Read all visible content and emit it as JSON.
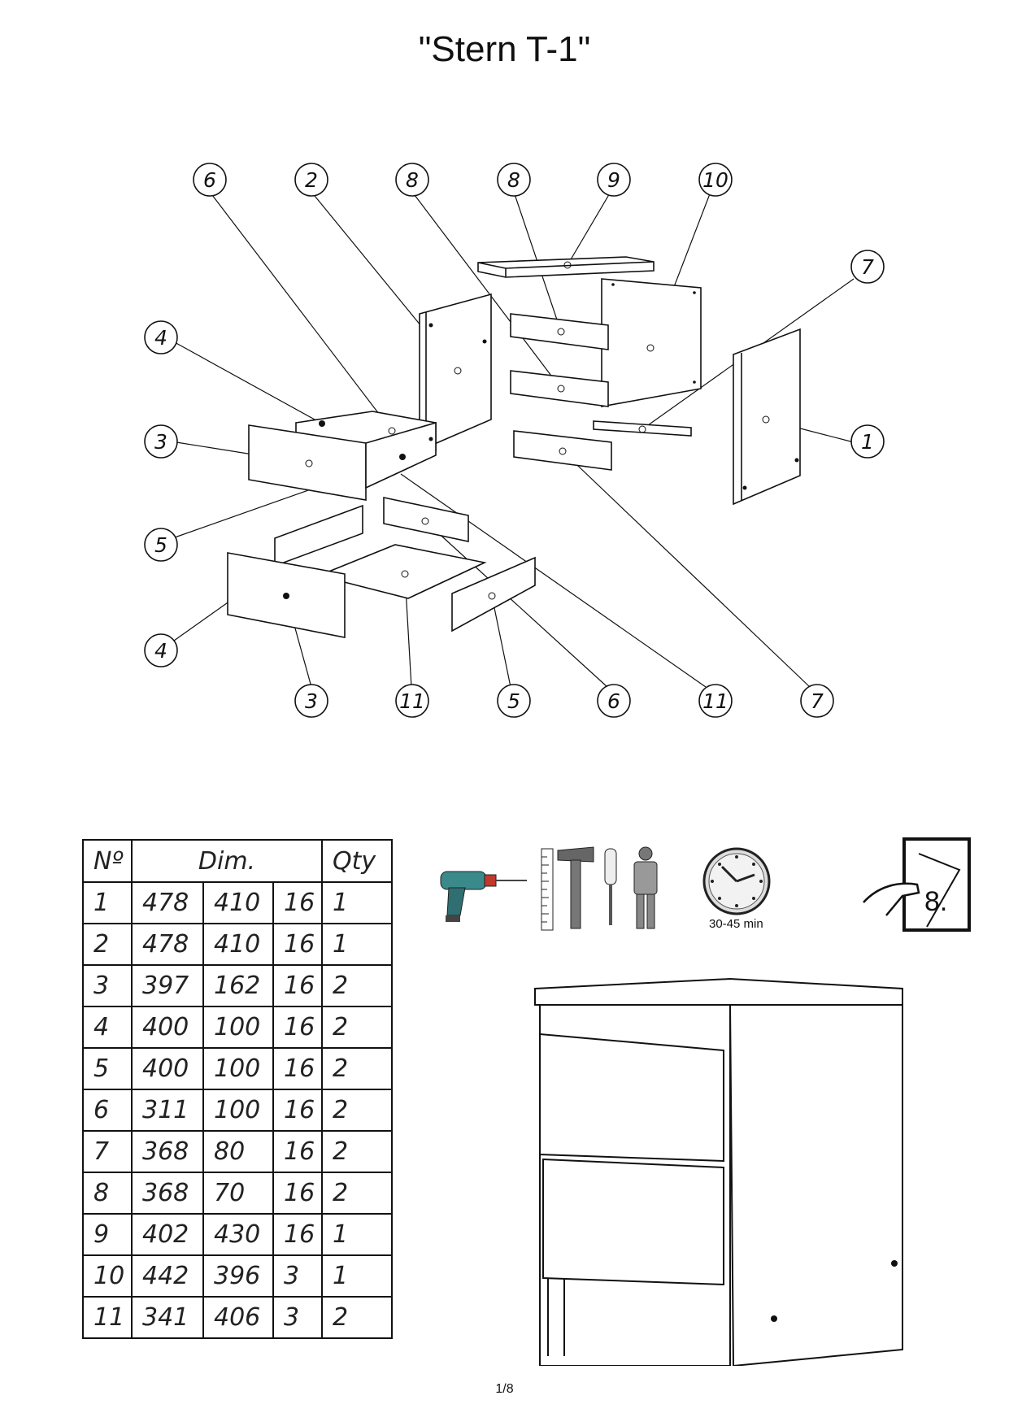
{
  "document": {
    "title": "\"Stern T-1\"",
    "page": "1/8"
  },
  "callouts": [
    "6",
    "2",
    "8",
    "8",
    "9",
    "10",
    "7",
    "4",
    "3",
    "1",
    "5",
    "4",
    "3",
    "11",
    "5",
    "6",
    "11",
    "7"
  ],
  "parts_table": {
    "headers": {
      "number": "Nº",
      "dimensions": "Dim.",
      "quantity": "Qty"
    },
    "rows": [
      {
        "n": "1",
        "a": "478",
        "b": "410",
        "c": "16",
        "q": "1"
      },
      {
        "n": "2",
        "a": "478",
        "b": "410",
        "c": "16",
        "q": "1"
      },
      {
        "n": "3",
        "a": "397",
        "b": "162",
        "c": "16",
        "q": "2"
      },
      {
        "n": "4",
        "a": "400",
        "b": "100",
        "c": "16",
        "q": "2"
      },
      {
        "n": "5",
        "a": "400",
        "b": "100",
        "c": "16",
        "q": "2"
      },
      {
        "n": "6",
        "a": "311",
        "b": "100",
        "c": "16",
        "q": "2"
      },
      {
        "n": "7",
        "a": "368",
        "b": "80",
        "c": "16",
        "q": "2"
      },
      {
        "n": "8",
        "a": "368",
        "b": "70",
        "c": "16",
        "q": "2"
      },
      {
        "n": "9",
        "a": "402",
        "b": "430",
        "c": "16",
        "q": "1"
      },
      {
        "n": "10",
        "a": "442",
        "b": "396",
        "c": "3",
        "q": "1"
      },
      {
        "n": "11",
        "a": "341",
        "b": "406",
        "c": "3",
        "q": "2"
      }
    ]
  },
  "tools": {
    "icons": [
      "drill-icon",
      "ruler-icon",
      "hammer-icon",
      "screwdriver-icon",
      "person-icon",
      "clock-icon",
      "page-turn-icon"
    ],
    "assembly_time": "30-45 min",
    "steps_count": "8."
  }
}
